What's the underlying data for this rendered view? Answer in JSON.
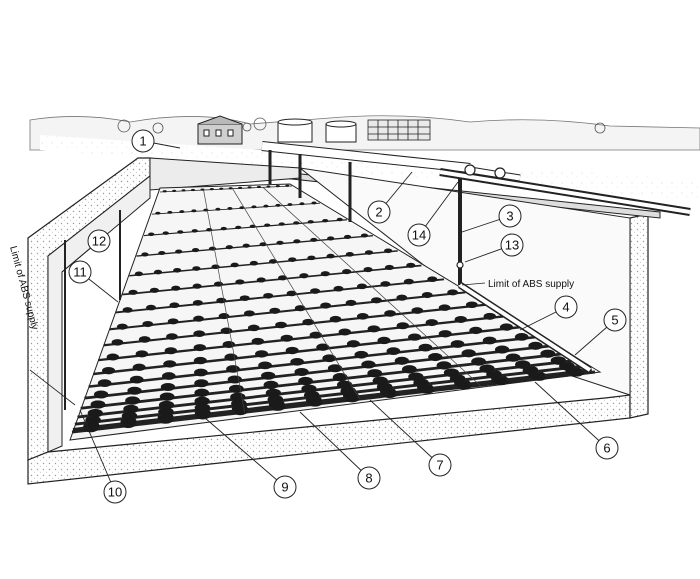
{
  "annotations": {
    "abs_supply_right": "Limit of ABS supply",
    "abs_supply_left": "Limit of ABS supply"
  },
  "callouts": [
    "1",
    "2",
    "3",
    "4",
    "5",
    "6",
    "7",
    "8",
    "9",
    "10",
    "11",
    "12",
    "13",
    "14"
  ],
  "colors": {
    "line": "#222222",
    "ground": "#f2f2f2",
    "concrete": "#e8e8e8"
  }
}
